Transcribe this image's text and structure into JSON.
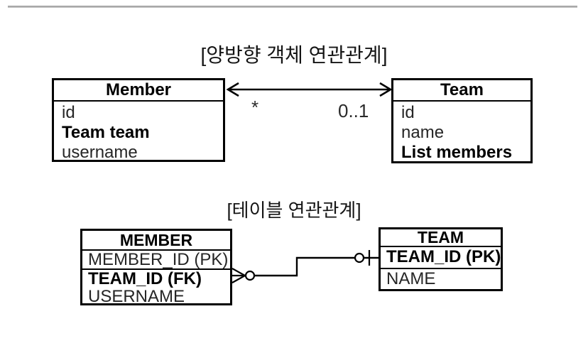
{
  "object_diagram": {
    "title": "[양방향 객체 연관관계]",
    "member_class": {
      "name": "Member",
      "fields": [
        "id",
        "Team team",
        "username"
      ]
    },
    "team_class": {
      "name": "Team",
      "fields": [
        "id",
        "name",
        "List members"
      ]
    },
    "association": {
      "member_multiplicity": "*",
      "team_multiplicity": "0..1",
      "arrow_style": "bidirectional-open-arrow"
    }
  },
  "table_diagram": {
    "title": "[테이블 연관관계]",
    "member_table": {
      "name": "MEMBER",
      "primary_key": "MEMBER_ID (PK)",
      "foreign_key": "TEAM_ID (FK)",
      "column": "USERNAME"
    },
    "team_table": {
      "name": "TEAM",
      "primary_key": "TEAM_ID (PK)",
      "column": "NAME"
    },
    "relationship": {
      "member_end_symbol": "zero-or-many-crowfoot",
      "team_end_symbol": "zero-or-one"
    }
  },
  "colors": {
    "background": "#ffffff",
    "line": "#000000",
    "top_rule": "#a0a0a0"
  }
}
